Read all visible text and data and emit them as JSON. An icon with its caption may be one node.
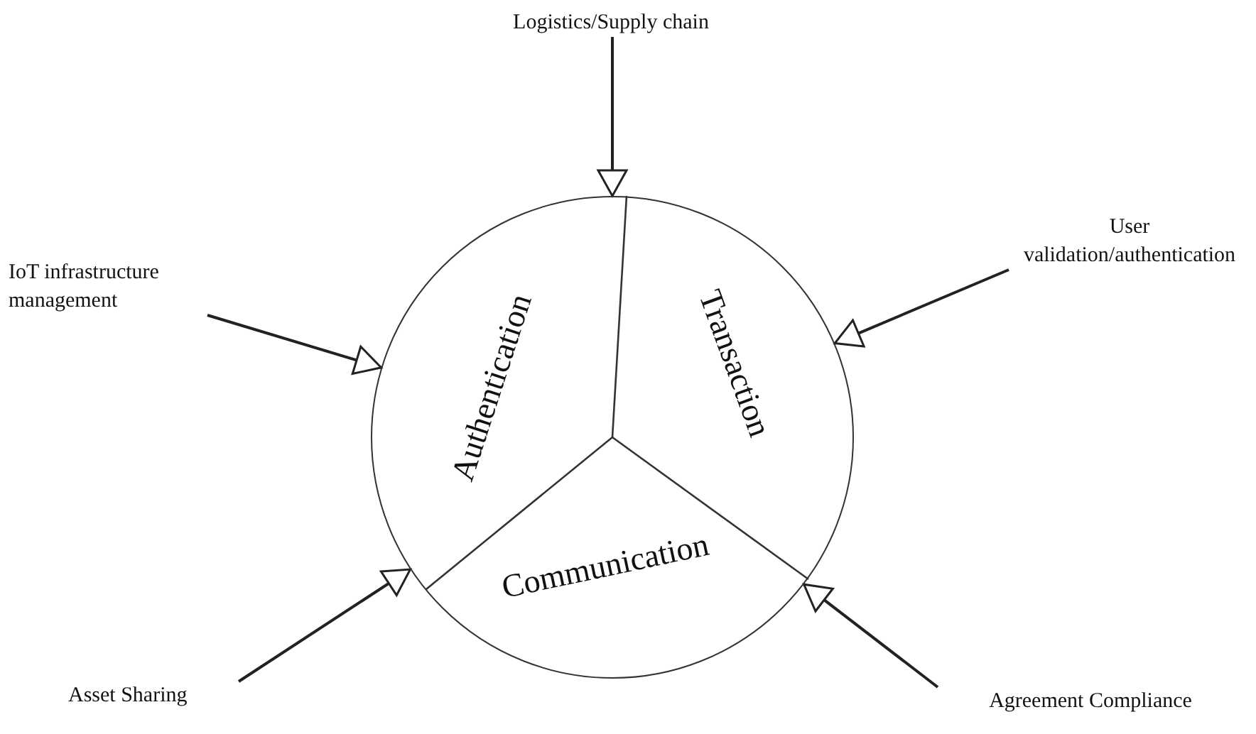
{
  "diagram": {
    "nodes": [
      {
        "text": [
          "Logistics/Supply chain"
        ]
      },
      {
        "text": [
          "IoT infrastructure management"
        ]
      },
      {
        "text": [
          "User validation/authentication"
        ]
      },
      {
        "text": [],
        "shape": "circle"
      },
      {
        "text": [
          "Authentication"
        ],
        "in": 3
      },
      {
        "text": [
          "Transaction"
        ],
        "in": 3
      },
      {
        "text": [
          "Communication"
        ],
        "in": 3
      },
      {
        "text": [
          "Asset Sharing"
        ]
      },
      {
        "text": [
          "Agreement Compliance"
        ]
      }
    ],
    "edges": [
      {
        "from": 0,
        "to": 3,
        "arrow": "to"
      },
      {
        "from": 1,
        "to": 3,
        "arrow": "to"
      },
      {
        "from": 2,
        "to": 3,
        "arrow": "to"
      },
      {
        "from": 7,
        "to": 3,
        "arrow": "to"
      },
      {
        "from": 8,
        "to": 3,
        "arrow": "to"
      }
    ]
  }
}
